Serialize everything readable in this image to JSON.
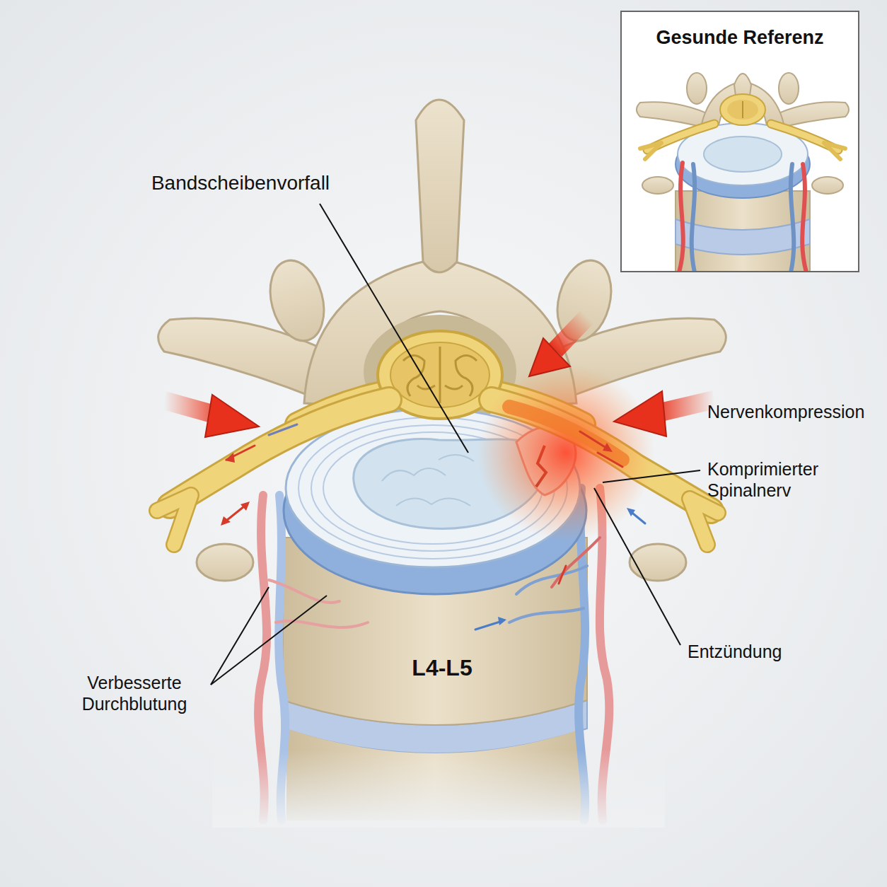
{
  "diagram": {
    "nodes": [
      {
        "text": [
          "Gesunde Referenz"
        ]
      }
    ],
    "labels": [
      "Bandscheibenvorfall",
      "Nervenkompression",
      "Komprimierter Spinalnerv",
      "Entzündung",
      "Verbesserte Durchblutung",
      "L4-L5"
    ]
  }
}
